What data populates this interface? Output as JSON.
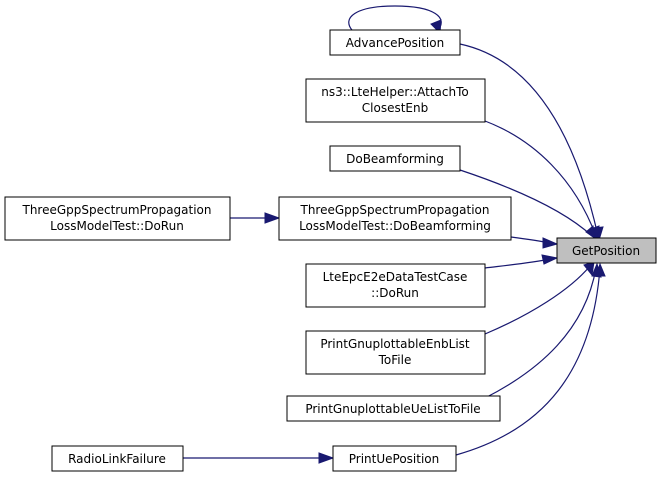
{
  "diagram": {
    "nodes": [
      {
        "id": "advance",
        "lines": [
          "AdvancePosition"
        ]
      },
      {
        "id": "attach",
        "lines": [
          "ns3::LteHelper::AttachTo",
          "ClosestEnb"
        ]
      },
      {
        "id": "dobeam",
        "lines": [
          "DoBeamforming"
        ]
      },
      {
        "id": "tgpp_dorun",
        "lines": [
          "ThreeGppSpectrumPropagation",
          "LossModelTest::DoRun"
        ]
      },
      {
        "id": "tgpp_dobeam",
        "lines": [
          "ThreeGppSpectrumPropagation",
          "LossModelTest::DoBeamforming"
        ]
      },
      {
        "id": "getpos",
        "lines": [
          "GetPosition"
        ],
        "highlight": true
      },
      {
        "id": "lteepc",
        "lines": [
          "LteEpcE2eDataTestCase",
          "::DoRun"
        ]
      },
      {
        "id": "printenb",
        "lines": [
          "PrintGnuplottableEnbList",
          "ToFile"
        ]
      },
      {
        "id": "printue",
        "lines": [
          "PrintGnuplottableUeListToFile"
        ]
      },
      {
        "id": "radiolink",
        "lines": [
          "RadioLinkFailure"
        ]
      },
      {
        "id": "printuepos",
        "lines": [
          "PrintUePosition"
        ]
      }
    ],
    "edges": [
      {
        "from": "advance",
        "to": "advance"
      },
      {
        "from": "advance",
        "to": "getpos"
      },
      {
        "from": "attach",
        "to": "getpos"
      },
      {
        "from": "dobeam",
        "to": "getpos"
      },
      {
        "from": "tgpp_dobeam",
        "to": "getpos"
      },
      {
        "from": "tgpp_dorun",
        "to": "tgpp_dobeam"
      },
      {
        "from": "lteepc",
        "to": "getpos"
      },
      {
        "from": "printenb",
        "to": "getpos"
      },
      {
        "from": "printue",
        "to": "getpos"
      },
      {
        "from": "printuepos",
        "to": "getpos"
      },
      {
        "from": "radiolink",
        "to": "printuepos"
      }
    ],
    "colors": {
      "edge": "#191970",
      "target_fill": "#bfbfbf",
      "node_fill": "#ffffff",
      "node_border": "#000000"
    }
  }
}
